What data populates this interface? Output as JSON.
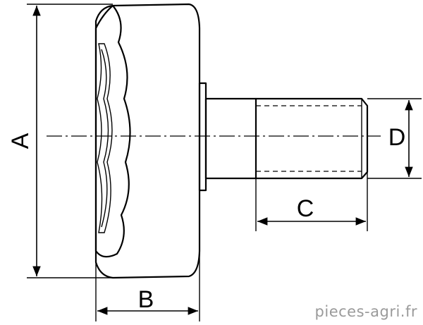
{
  "dimensions": {
    "a": "A",
    "b": "B",
    "c": "C",
    "d": "D"
  },
  "watermark": "pieces-agri.fr"
}
